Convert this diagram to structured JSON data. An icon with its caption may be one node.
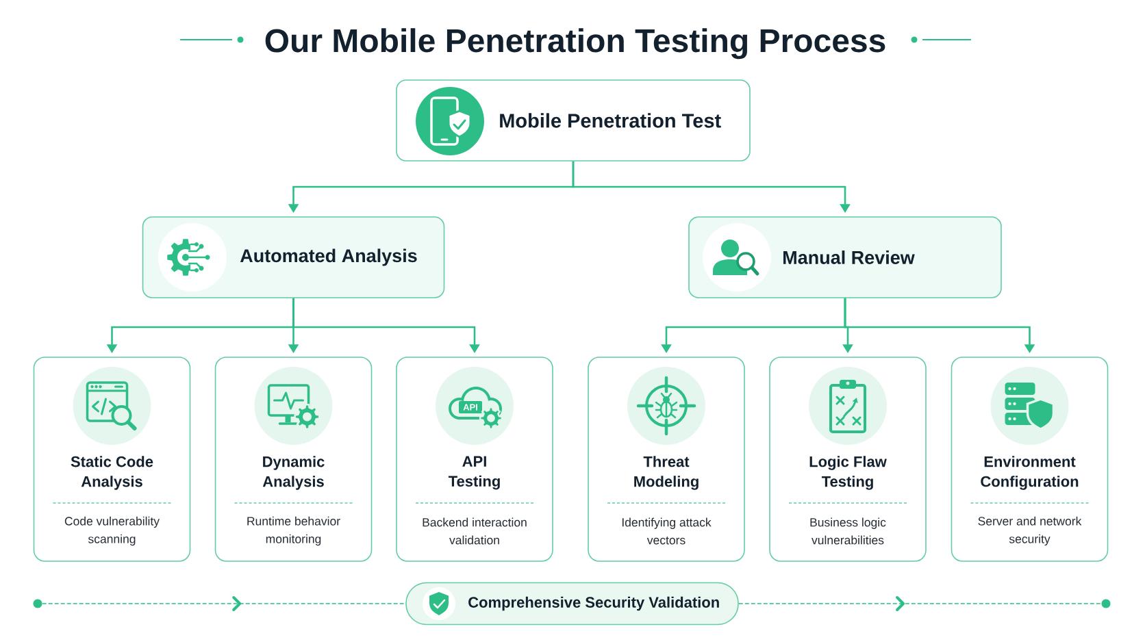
{
  "diagram": {
    "title": "Our Mobile Penetration Testing Process",
    "nodes": [
      {
        "text": [
          "Mobile Penetration Test"
        ]
      },
      {
        "text": [
          "Automated Analysis"
        ]
      },
      {
        "text": [
          "Manual Review"
        ]
      },
      {
        "text": [
          "Static Code Analysis",
          "Code vulnerability scanning"
        ]
      },
      {
        "text": [
          "Dynamic Analysis",
          "Runtime behavior monitoring"
        ]
      },
      {
        "text": [
          "API Testing",
          "Backend interaction validation"
        ]
      },
      {
        "text": [
          "Threat Modeling",
          "Identifying attack vectors"
        ]
      },
      {
        "text": [
          "Logic Flaw Testing",
          "Business logic vulnerabilities"
        ]
      },
      {
        "text": [
          "Environment Configuration",
          "Server and network security"
        ]
      },
      {
        "text": [],
        "shape": "circle"
      },
      {
        "text": [
          "Comprehensive Security Validation"
        ]
      },
      {
        "text": [],
        "shape": "circle"
      }
    ],
    "edges": [
      {
        "from": 0,
        "to": 1,
        "arrow": "to"
      },
      {
        "from": 0,
        "to": 2,
        "arrow": "to"
      },
      {
        "from": 1,
        "to": 3,
        "arrow": "to"
      },
      {
        "from": 1,
        "to": 4,
        "arrow": "to"
      },
      {
        "from": 1,
        "to": 5,
        "arrow": "to"
      },
      {
        "from": 2,
        "to": 6,
        "arrow": "to"
      },
      {
        "from": 2,
        "to": 7,
        "arrow": "to"
      },
      {
        "from": 2,
        "to": 8,
        "arrow": "to"
      },
      {
        "from": 9,
        "to": 10,
        "arrow": "to",
        "style": "dashed"
      },
      {
        "from": 10,
        "to": 11,
        "arrow": "to",
        "style": "dashed"
      }
    ],
    "labels": [
      "API"
    ]
  }
}
